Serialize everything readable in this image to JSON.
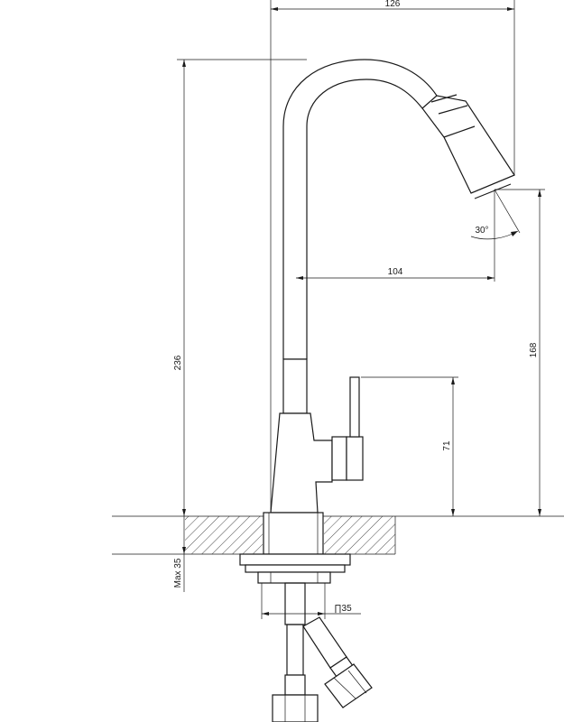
{
  "dimensions": {
    "total_width": "126",
    "spout_reach": "104",
    "total_height": "236",
    "spout_height": "168",
    "handle_height": "71",
    "max_thickness": "Max 35",
    "hole_diameter": "∏35",
    "spray_angle": "30°"
  },
  "colors": {
    "line": "#1a1a1a",
    "background": "#ffffff"
  }
}
